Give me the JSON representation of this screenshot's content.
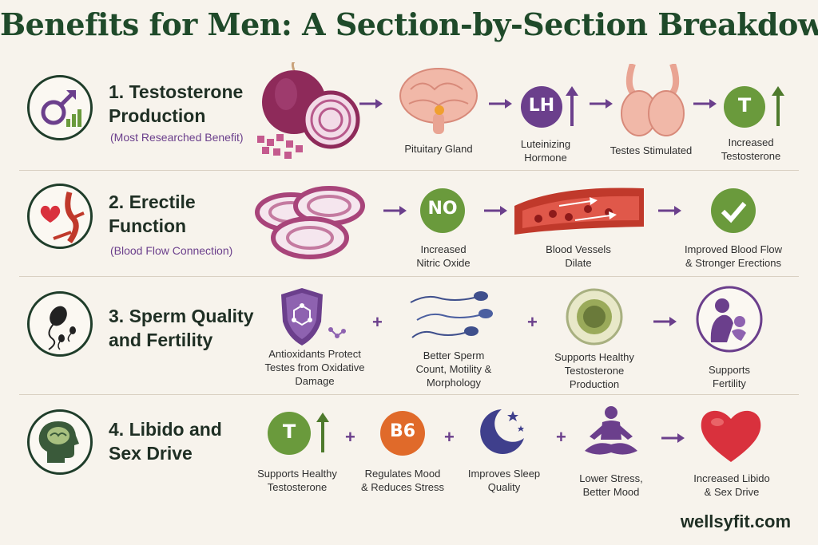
{
  "title": "Benefits for Men: A Section-by-Section Breakdown",
  "website": "wellsyfit.com",
  "sections": [
    {
      "title_line1": "1. Testosterone",
      "title_line2": "Production",
      "subtitle": "(Most Researched Benefit)",
      "steps": [
        {
          "caption": "Pituitary Gland"
        },
        {
          "badge": "LH",
          "caption_line1": "Luteinizing",
          "caption_line2": "Hormone"
        },
        {
          "caption": "Testes Stimulated"
        },
        {
          "badge": "T",
          "caption_line1": "Increased",
          "caption_line2": "Testosterone"
        }
      ]
    },
    {
      "title_line1": "2. Erectile",
      "title_line2": "Function",
      "subtitle": "(Blood Flow Connection)",
      "steps": [
        {
          "badge": "NO",
          "caption_line1": "Increased",
          "caption_line2": "Nitric Oxide"
        },
        {
          "caption_line1": "Blood Vessels",
          "caption_line2": "Dilate"
        },
        {
          "caption_line1": "Improved Blood Flow",
          "caption_line2": "& Stronger Erections"
        }
      ]
    },
    {
      "title_line1": "3. Sperm Quality",
      "title_line2": "and Fertility",
      "steps": [
        {
          "caption_line1": "Antioxidants Protect",
          "caption_line2": "Testes from Oxidative",
          "caption_line3": "Damage"
        },
        {
          "caption_line1": "Better Sperm",
          "caption_line2": "Count, Motility &",
          "caption_line3": "Morphology"
        },
        {
          "caption_line1": "Supports Healthy",
          "caption_line2": "Testosterone",
          "caption_line3": "Production"
        },
        {
          "caption_line1": "Supports",
          "caption_line2": "Fertility"
        }
      ]
    },
    {
      "title_line1": "4. Libido and",
      "title_line2": "Sex Drive",
      "steps": [
        {
          "badge": "T",
          "caption_line1": "Supports Healthy",
          "caption_line2": "Testosterone"
        },
        {
          "badge": "B6",
          "caption_line1": "Regulates Mood",
          "caption_line2": "& Reduces Stress"
        },
        {
          "caption_line1": "Improves Sleep",
          "caption_line2": "Quality"
        },
        {
          "caption_line1": "Lower Stress,",
          "caption_line2": "Better Mood"
        },
        {
          "caption_line1": "Increased Libido",
          "caption_line2": "& Sex Drive"
        }
      ]
    }
  ],
  "colors": {
    "title": "#1f4a2a",
    "accent_purple": "#6b3f8c",
    "green_badge": "#6a9a3c",
    "orange_badge": "#e06a2a",
    "onion": "#8e2a5a",
    "heart": "#d9313d"
  },
  "icons": [
    "male-symbol-icon",
    "heart-vessel-icon",
    "sperm-icon",
    "head-brain-icon",
    "onion-image",
    "brain-image",
    "testes-image",
    "blood-vessel-image",
    "shield-molecule-icon",
    "cell-icon",
    "parent-child-icon",
    "moon-stars-icon",
    "meditation-icon",
    "heart-icon",
    "checkmark-icon",
    "up-arrow-icon"
  ]
}
